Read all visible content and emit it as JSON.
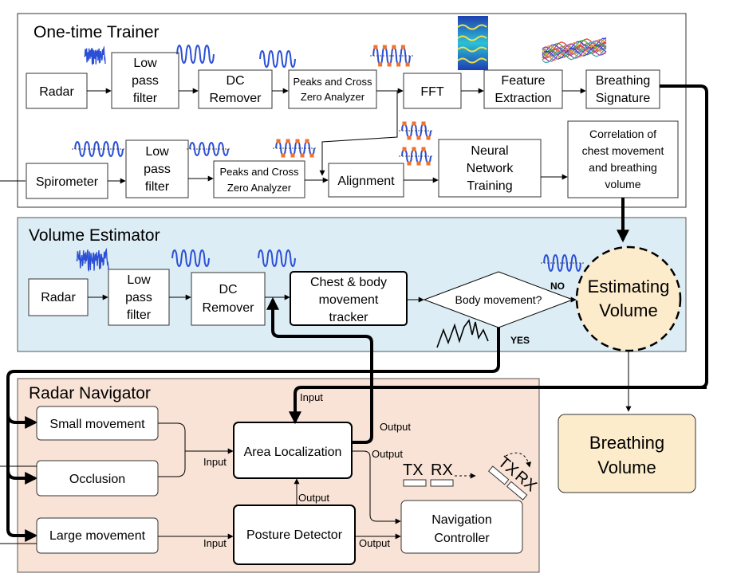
{
  "panels": {
    "trainer": "One-time Trainer",
    "estimator": "Volume Estimator",
    "navigator": "Radar Navigator"
  },
  "trainer": {
    "radar": "Radar",
    "lpf": [
      "Low",
      "pass",
      "filter"
    ],
    "dc": [
      "DC",
      "Remover"
    ],
    "peaks": [
      "Peaks and Cross",
      "Zero Analyzer"
    ],
    "fft": "FFT",
    "feature": [
      "Feature",
      "Extraction"
    ],
    "signature": [
      "Breathing",
      "Signature"
    ],
    "spirometer": "Spirometer",
    "lpf2": [
      "Low",
      "pass",
      "filter"
    ],
    "peaks2": [
      "Peaks and Cross",
      "Zero Analyzer"
    ],
    "alignment": "Alignment",
    "nn": [
      "Neural",
      "Network",
      "Training"
    ],
    "correlation": [
      "Correlation of",
      "chest movement",
      "and breathing",
      "volume"
    ]
  },
  "estimator": {
    "radar": "Radar",
    "lpf": [
      "Low",
      "pass",
      "filter"
    ],
    "dc": [
      "DC",
      "Remover"
    ],
    "tracker": [
      "Chest & body",
      "movement",
      "tracker"
    ],
    "decision": "Body movement?",
    "no": "NO",
    "yes": "YES",
    "estimating": [
      "Estimating",
      "Volume"
    ]
  },
  "output_box": [
    "Breathing",
    "Volume"
  ],
  "navigator": {
    "small": "Small movement",
    "occlusion": "Occlusion",
    "large": "Large movement",
    "area": "Area Localization",
    "posture": "Posture Detector",
    "nav": [
      "Navigation",
      "Controller"
    ],
    "tx": "TX",
    "rx": "RX",
    "input": "Input",
    "output": "Output"
  },
  "colors": {
    "estimator_bg": "#ddedf5",
    "navigator_bg": "#f9e3d6",
    "estimating_fill": "#fdeccb",
    "output_fill": "#fdeccb",
    "signal_blue": "#2b4fd6",
    "peak_marker": "#f0722b"
  }
}
